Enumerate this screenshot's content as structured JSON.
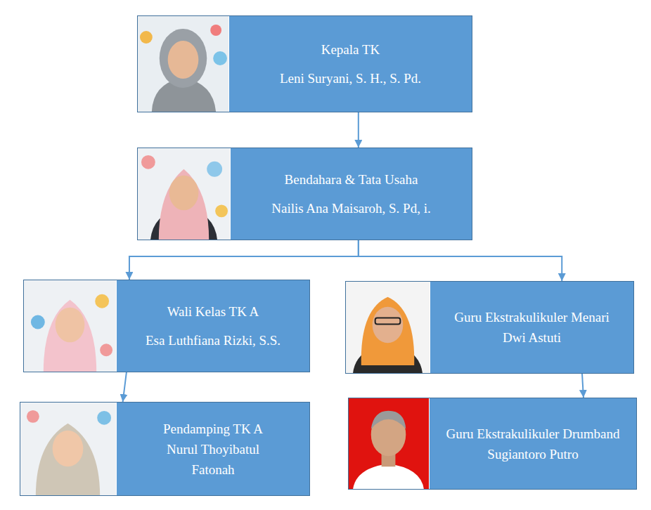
{
  "diagram": {
    "nodes": [
      {
        "text": [
          "Kepala TK",
          "Leni Suryani, S. H., S. Pd."
        ]
      },
      {
        "text": [
          "Bendahara & Tata Usaha",
          "Nailis Ana Maisaroh, S. Pd, i."
        ]
      },
      {
        "text": [
          "Wali Kelas TK A",
          "Esa Luthfiana Rizki, S.S."
        ]
      },
      {
        "text": [
          "Guru Ekstrakulikuler Menari",
          "Dwi Astuti"
        ]
      },
      {
        "text": [
          "Pendamping TK A",
          "Nurul Thoyibatul Fatonah"
        ]
      },
      {
        "text": [
          "Guru Ekstrakulikuler Drumband",
          "Sugiantoro Putro"
        ]
      }
    ],
    "edges": [
      {
        "from": 0,
        "to": 1,
        "arrow": "to"
      },
      {
        "from": 1,
        "to": 2,
        "arrow": "to"
      },
      {
        "from": 1,
        "to": 3,
        "arrow": "to"
      },
      {
        "from": 2,
        "to": 4,
        "arrow": "to"
      },
      {
        "from": 3,
        "to": 5,
        "arrow": "to"
      }
    ]
  }
}
